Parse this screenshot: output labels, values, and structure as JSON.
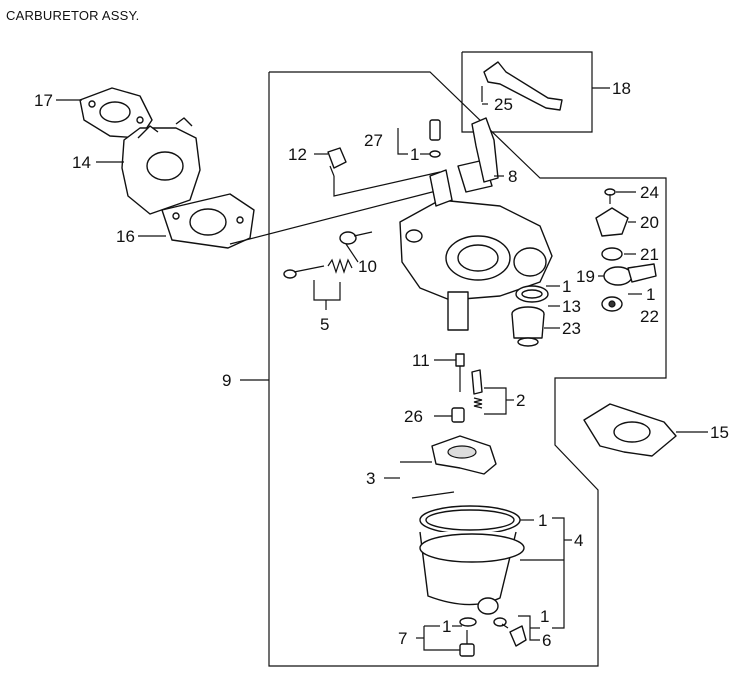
{
  "title": "CARBURETOR ASSY.",
  "callouts": [
    {
      "id": "c17",
      "text": "17"
    },
    {
      "id": "c14",
      "text": "14"
    },
    {
      "id": "c16",
      "text": "16"
    },
    {
      "id": "c18",
      "text": "18"
    },
    {
      "id": "c25",
      "text": "25"
    },
    {
      "id": "c27",
      "text": "27"
    },
    {
      "id": "c1a",
      "text": "1"
    },
    {
      "id": "c12",
      "text": "12"
    },
    {
      "id": "c8",
      "text": "8"
    },
    {
      "id": "c24",
      "text": "24"
    },
    {
      "id": "c20",
      "text": "20"
    },
    {
      "id": "c21",
      "text": "21"
    },
    {
      "id": "c19",
      "text": "19"
    },
    {
      "id": "c1b",
      "text": "1"
    },
    {
      "id": "c22",
      "text": "22"
    },
    {
      "id": "c10",
      "text": "10"
    },
    {
      "id": "c5",
      "text": "5"
    },
    {
      "id": "c1c",
      "text": "1"
    },
    {
      "id": "c13",
      "text": "13"
    },
    {
      "id": "c23",
      "text": "23"
    },
    {
      "id": "c9",
      "text": "9"
    },
    {
      "id": "c11",
      "text": "11"
    },
    {
      "id": "c2",
      "text": "2"
    },
    {
      "id": "c26",
      "text": "26"
    },
    {
      "id": "c15",
      "text": "15"
    },
    {
      "id": "c3",
      "text": "3"
    },
    {
      "id": "c1d",
      "text": "1"
    },
    {
      "id": "c4",
      "text": "4"
    },
    {
      "id": "c1e",
      "text": "1"
    },
    {
      "id": "c6",
      "text": "6"
    },
    {
      "id": "c7",
      "text": "7"
    },
    {
      "id": "c1f",
      "text": "1"
    }
  ]
}
